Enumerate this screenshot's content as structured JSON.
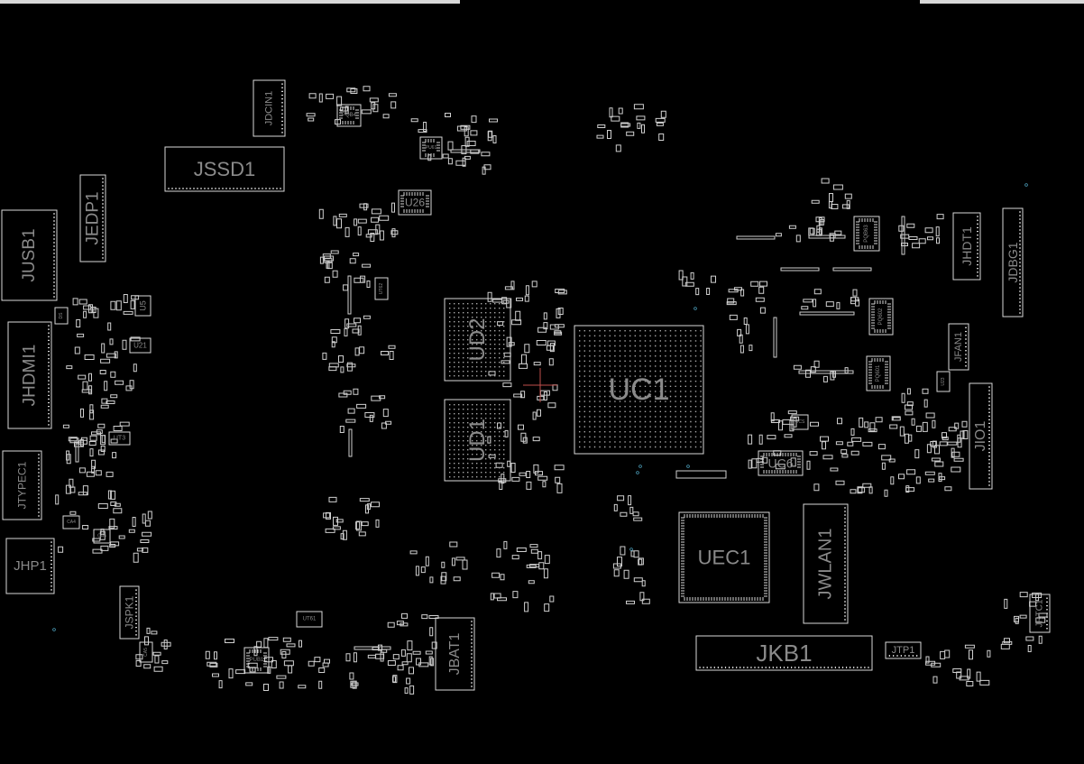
{
  "viewer": {
    "background": "#000000",
    "outline_color": "#d9d9d9",
    "label_color": "#8a8a8a",
    "cursor_color": "#c0504d",
    "via_color": "#4a9ab5"
  },
  "components": [
    {
      "ref": "JSSD1"
    },
    {
      "ref": "JEDP1"
    },
    {
      "ref": "JUSB1"
    },
    {
      "ref": "JHDMI1"
    },
    {
      "ref": "JTYPEC1"
    },
    {
      "ref": "JHP1"
    },
    {
      "ref": "JSPK1"
    },
    {
      "ref": "JDCIN1"
    },
    {
      "ref": "U26"
    },
    {
      "ref": "UD2"
    },
    {
      "ref": "UD1"
    },
    {
      "ref": "UC1"
    },
    {
      "ref": "UC6"
    },
    {
      "ref": "UEC1"
    },
    {
      "ref": "JWLAN1"
    },
    {
      "ref": "JKB1"
    },
    {
      "ref": "JBAT1"
    },
    {
      "ref": "JTP1"
    },
    {
      "ref": "JRTC1"
    },
    {
      "ref": "JHDT1"
    },
    {
      "ref": "JDBG1"
    },
    {
      "ref": "JFAN1"
    },
    {
      "ref": "JIO1"
    },
    {
      "ref": "U5"
    },
    {
      "ref": "U21"
    },
    {
      "ref": "UT3"
    },
    {
      "ref": "PQB4"
    },
    {
      "ref": "PU61"
    },
    {
      "ref": "PQB63"
    },
    {
      "ref": "PQ602"
    },
    {
      "ref": "PQ601"
    },
    {
      "ref": "UT61"
    },
    {
      "ref": "PUB1"
    },
    {
      "ref": "UT62"
    },
    {
      "ref": "U23"
    },
    {
      "ref": "UCS"
    },
    {
      "ref": "CA4"
    },
    {
      "ref": "CA5"
    },
    {
      "ref": "CA6"
    },
    {
      "ref": "DS"
    }
  ]
}
